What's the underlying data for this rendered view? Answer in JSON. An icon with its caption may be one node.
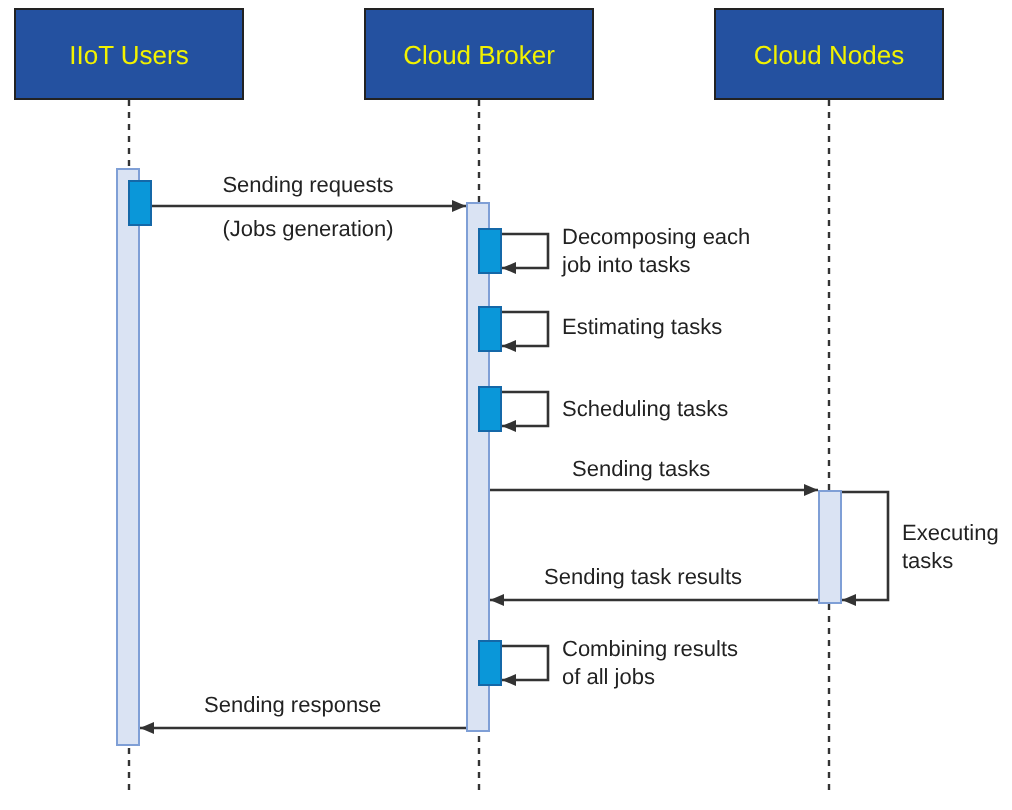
{
  "diagram": {
    "nodes": [
      {
        "text": [
          "IIoT Users"
        ]
      },
      {
        "text": [
          "Cloud Broker"
        ]
      },
      {
        "text": [
          "Cloud Nodes"
        ]
      },
      {
        "text": [],
        "shape": "bar"
      },
      {
        "text": [],
        "shape": "bar"
      },
      {
        "text": [],
        "shape": "bar"
      },
      {
        "text": [],
        "shape": "bar"
      },
      {
        "text": [],
        "shape": "bar"
      },
      {
        "text": [],
        "shape": "bar"
      },
      {
        "text": [],
        "shape": "bar"
      },
      {
        "text": [],
        "shape": "bar"
      }
    ],
    "edges": [
      {
        "from": 4,
        "to": 5,
        "arrow": "to",
        "label": "Sending requests (Jobs generation)"
      },
      {
        "from": 6,
        "to": 6,
        "arrow": "to",
        "label": "Decomposing each job into tasks"
      },
      {
        "from": 7,
        "to": 7,
        "arrow": "to",
        "label": "Estimating tasks"
      },
      {
        "from": 8,
        "to": 8,
        "arrow": "to",
        "label": "Scheduling tasks"
      },
      {
        "from": 5,
        "to": 9,
        "arrow": "to",
        "label": "Sending tasks"
      },
      {
        "from": 9,
        "to": 9,
        "arrow": "to",
        "label": "Executing tasks"
      },
      {
        "from": 9,
        "to": 5,
        "arrow": "to",
        "label": "Sending task results"
      },
      {
        "from": 10,
        "to": 10,
        "arrow": "to",
        "label": "Combining results of all jobs"
      },
      {
        "from": 5,
        "to": 3,
        "arrow": "to",
        "label": "Sending response"
      }
    ]
  }
}
